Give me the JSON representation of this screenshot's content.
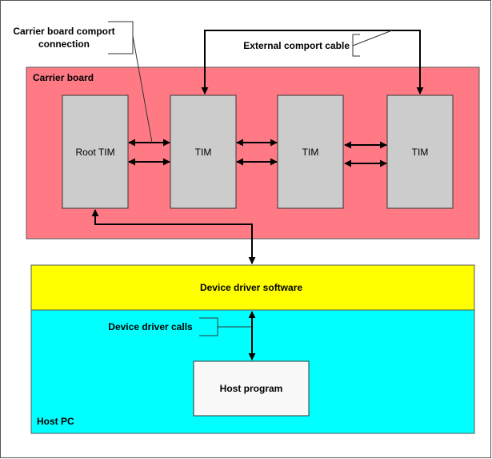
{
  "colors": {
    "carrier_board": "#ff7a85",
    "tim": "#cccccc",
    "driver": "#ffff00",
    "host_pc": "#00ffff",
    "host_program": "#f8f8f8",
    "line": "#000000"
  },
  "labels": {
    "carrier_comport": [
      "Carrier board comport",
      "connection"
    ],
    "external_cable": "External comport cable",
    "carrier_board": "Carrier board",
    "root_tim": "Root TIM",
    "tim": "TIM",
    "device_driver_software": "Device driver software",
    "device_driver_calls": "Device driver calls",
    "host_program": "Host program",
    "host_pc": "Host PC"
  }
}
